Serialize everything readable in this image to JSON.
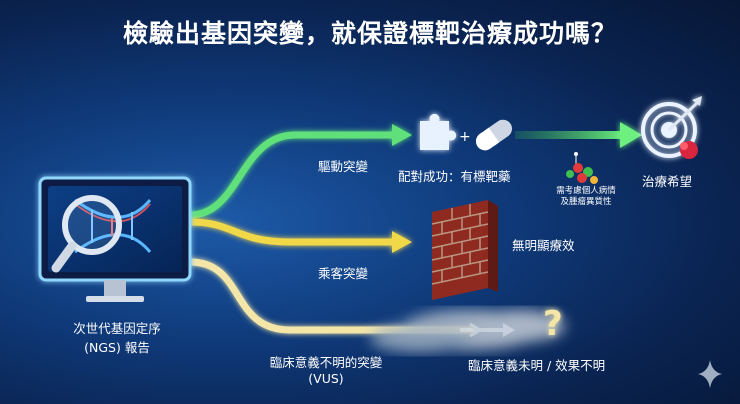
{
  "title": "檢驗出基因突變，就保證標靶治療成功嗎？",
  "source": {
    "line1": "次世代基因定序",
    "line2": "(NGS) 報告"
  },
  "branches": {
    "driver": {
      "label": "驅動突變",
      "result": "配對成功：有標靶藥",
      "note_line1": "需考慮個人病情",
      "note_line2": "及腫瘤異質性",
      "outcome": "治療希望"
    },
    "passenger": {
      "label": "乘客突變",
      "outcome": "無明顯療效"
    },
    "vus": {
      "label_line1": "臨床意義不明的突變",
      "label_line2": "(VUS)",
      "outcome": "臨床意義未明 / 效果不明"
    }
  },
  "colors": {
    "driver": "#5fe07a",
    "passenger": "#f0d84a",
    "vus": "#f3e6a8",
    "brick": "#c0392b",
    "bg": "#0f3a7a"
  },
  "icons": [
    "magnifier-dna-icon",
    "computer-monitor-icon",
    "puzzle-piece-icon",
    "pill-icon",
    "target-icon",
    "cells-icon",
    "brick-wall-icon",
    "question-mark-icon",
    "sparkle-icon"
  ]
}
